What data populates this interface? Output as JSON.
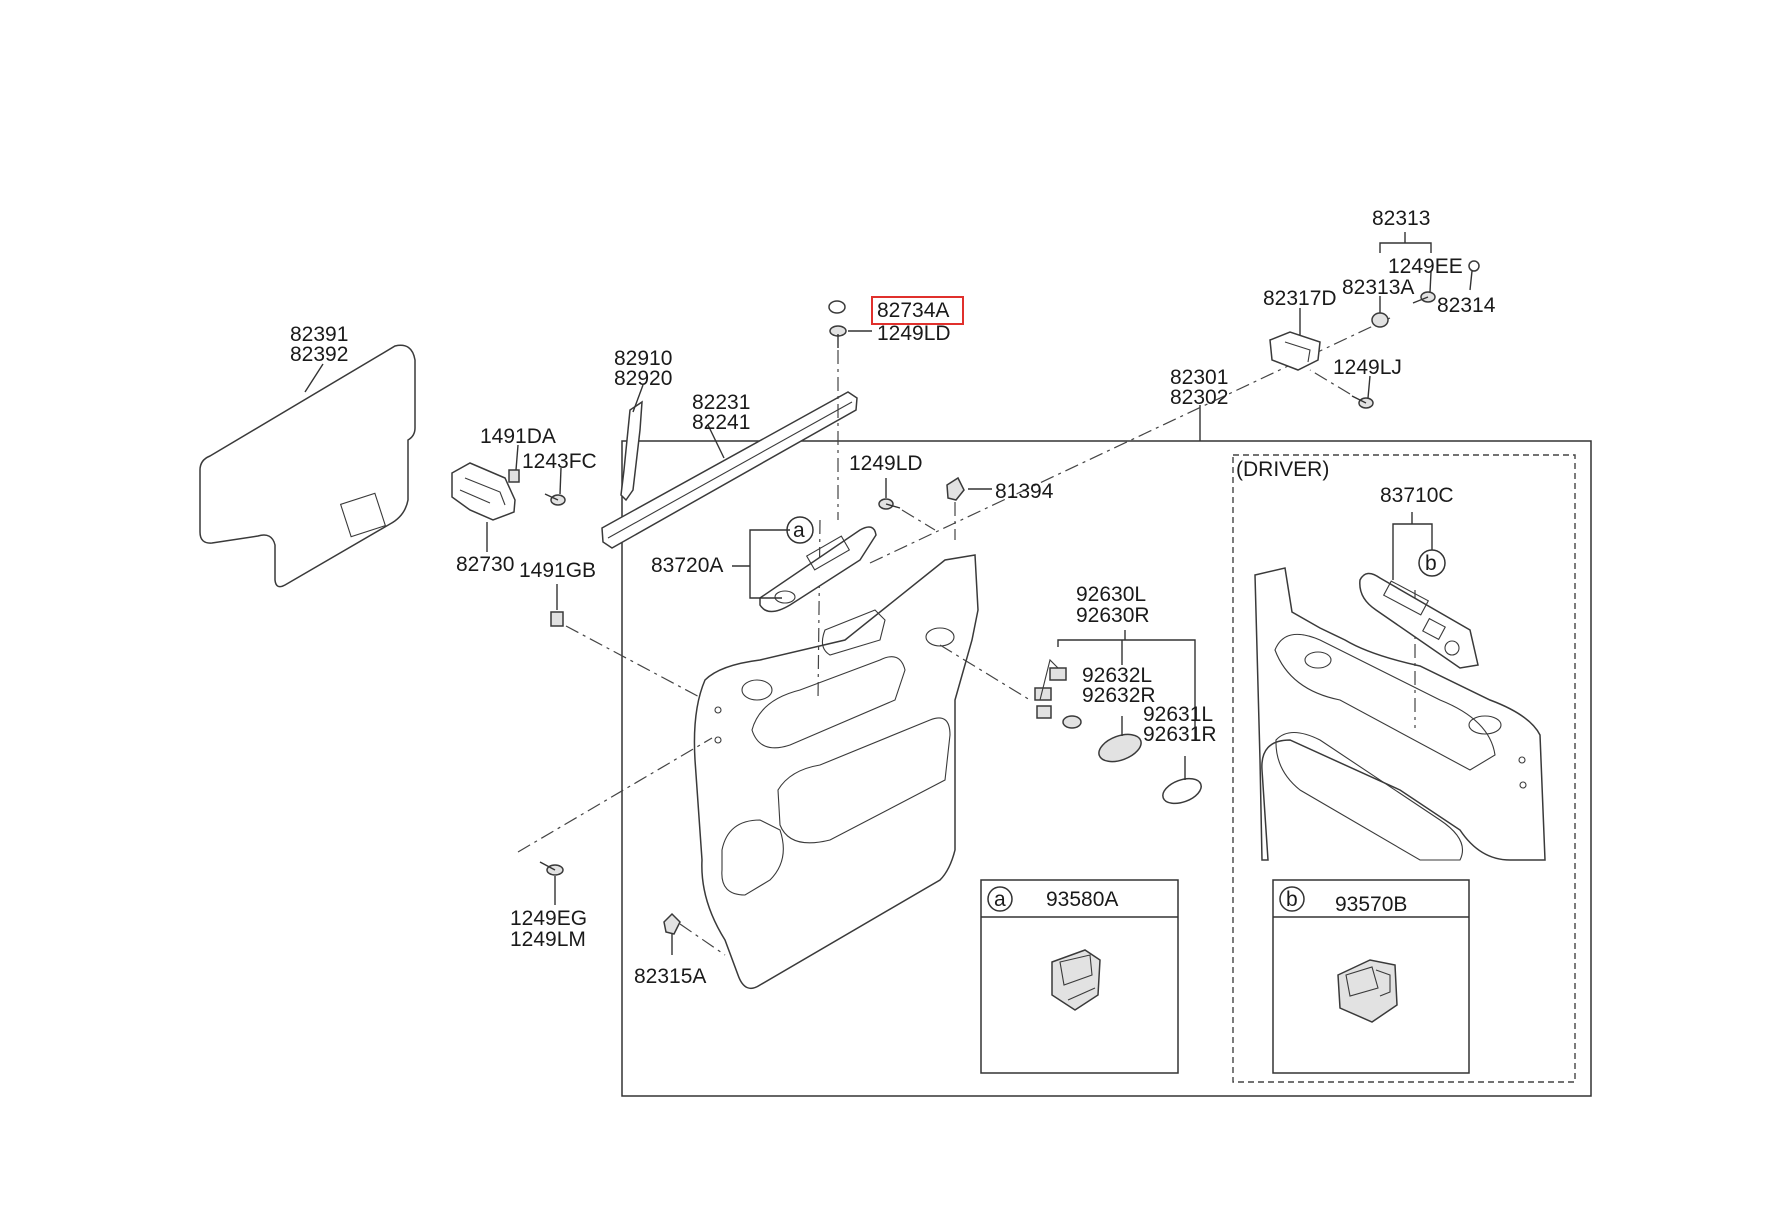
{
  "labels": {
    "p82313": "82313",
    "p1249EE": "1249EE",
    "p82313A": "82313A",
    "p82314": "82314",
    "p82317D": "82317D",
    "p82734A": "82734A",
    "p1249LD_top": "1249LD",
    "p82391": "82391",
    "p82392": "82392",
    "p82910": "82910",
    "p82920": "82920",
    "p1249LJ": "1249LJ",
    "p82301": "82301",
    "p82302": "82302",
    "p82231": "82231",
    "p82241": "82241",
    "p1491DA": "1491DA",
    "p1243FC": "1243FC",
    "p1249LD_mid": "1249LD",
    "p81394": "81394",
    "driver": "(DRIVER)",
    "p83710C": "83710C",
    "p83720A": "83720A",
    "p82730": "82730",
    "p1491GB": "1491GB",
    "p92630L": "92630L",
    "p92630R": "92630R",
    "p92632L": "92632L",
    "p92632R": "92632R",
    "p92631L": "92631L",
    "p92631R": "92631R",
    "p1249EG": "1249EG",
    "p1249LM": "1249LM",
    "p82315A": "82315A",
    "p93580A": "93580A",
    "p93570B": "93570B"
  },
  "callouts": {
    "a": "a",
    "b": "b"
  },
  "highlight_color": "#e0302c"
}
